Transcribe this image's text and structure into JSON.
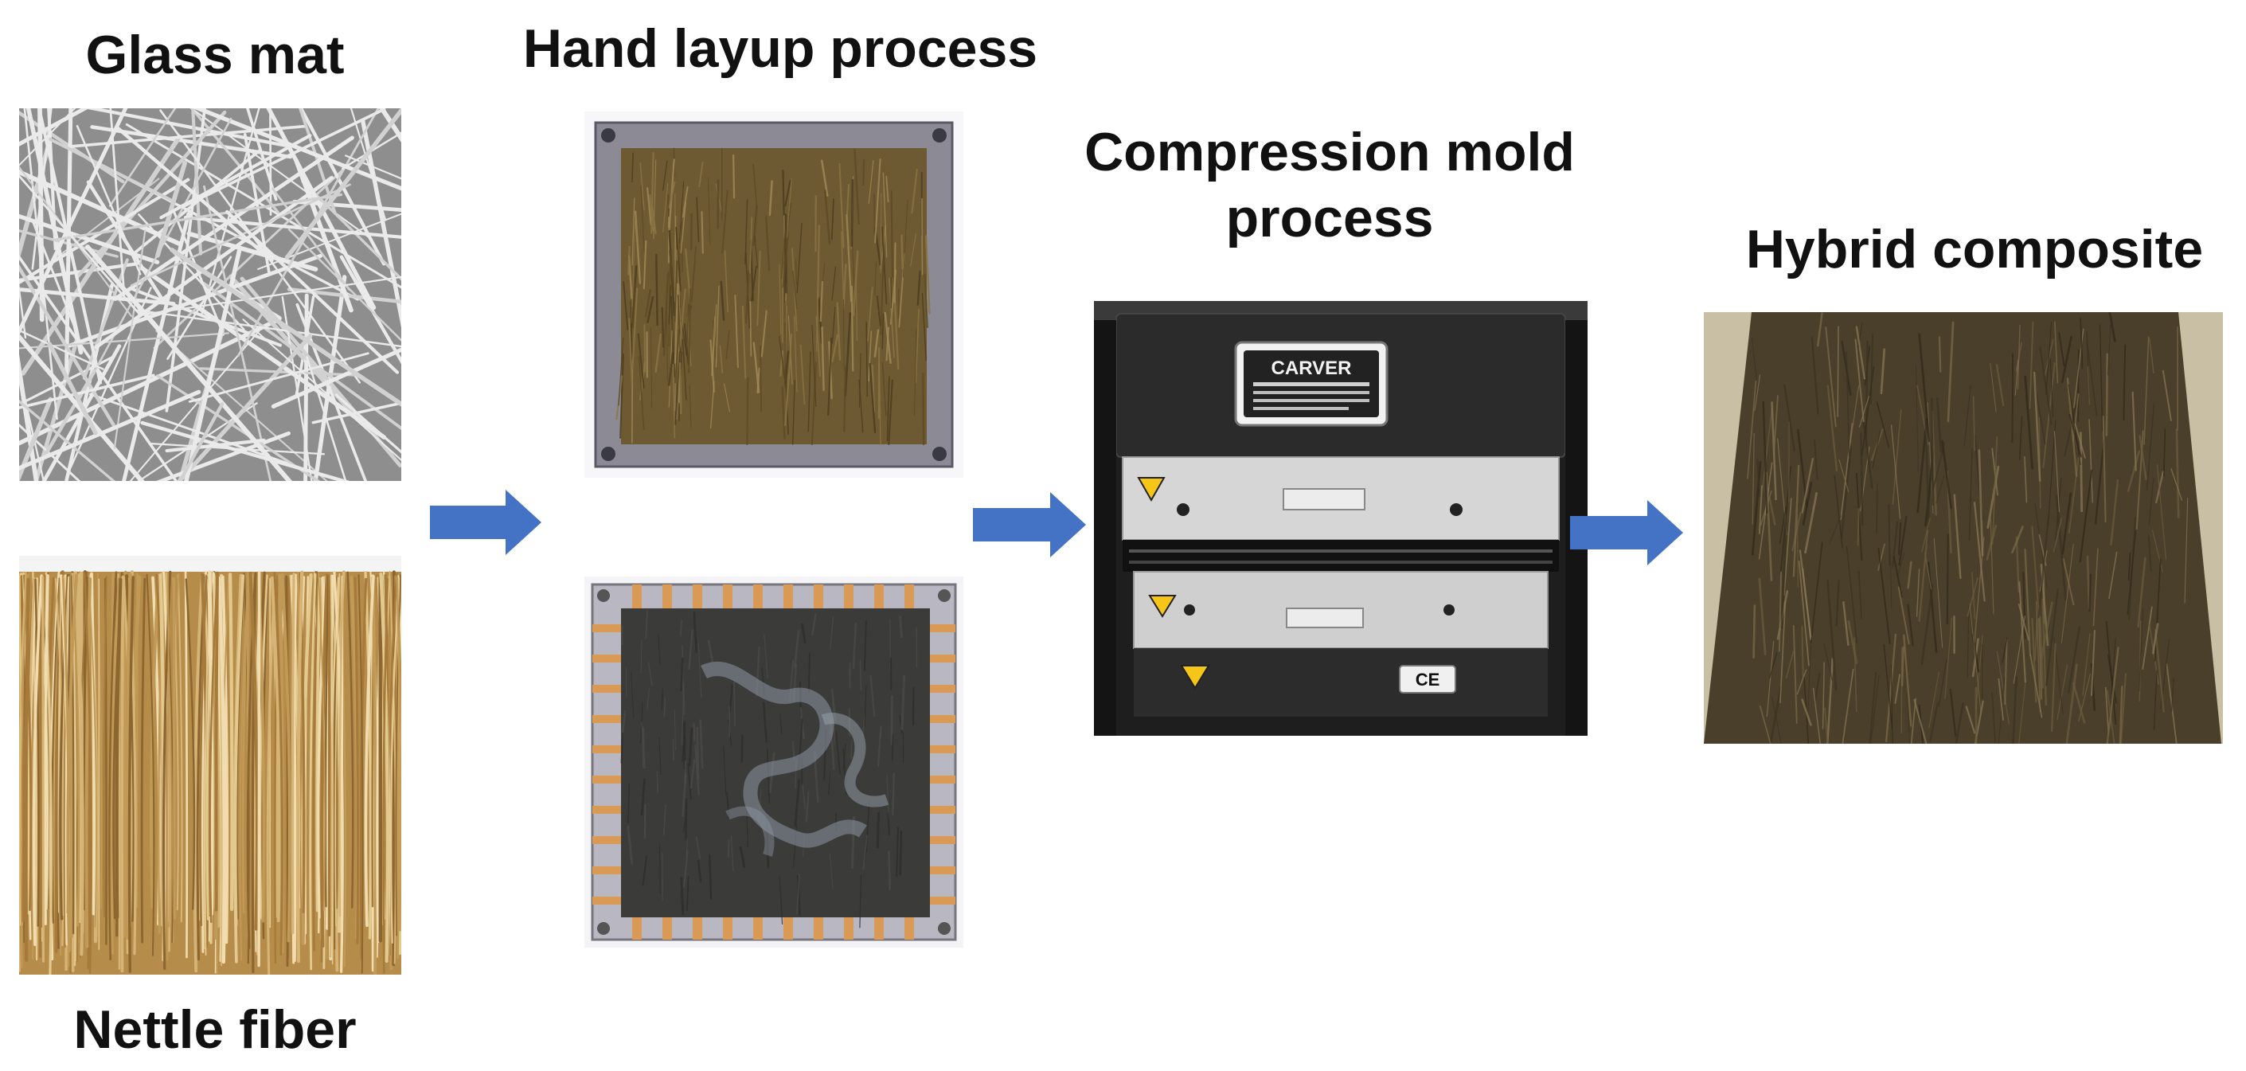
{
  "labels": {
    "glass_mat": "Glass mat",
    "nettle_fiber": "Nettle fiber",
    "hand_layup": "Hand layup process",
    "compression_line1": "Compression mold",
    "compression_line2": "process",
    "hybrid": "Hybrid composite"
  },
  "press": {
    "plate_brand": "CARVER",
    "ce_mark": "CE"
  },
  "colors": {
    "arrow": "#4472C4",
    "text": "#111111",
    "nettle": "#C9A25E",
    "composite": "#4A3F2A",
    "press_body": "#2B2B2B"
  }
}
